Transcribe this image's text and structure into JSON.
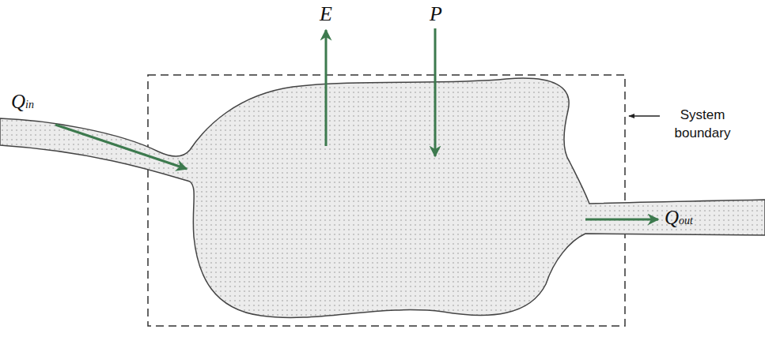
{
  "diagram": {
    "labels": [
      "E",
      "P",
      "Qin",
      "Qout",
      "System boundary"
    ]
  }
}
